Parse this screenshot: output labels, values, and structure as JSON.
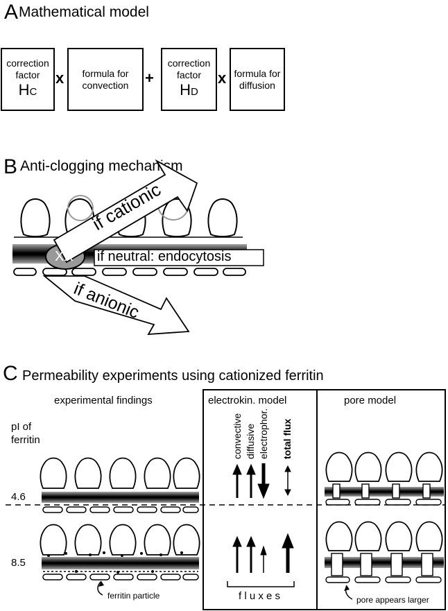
{
  "panelA": {
    "letter": "A",
    "title": "Mathematical model",
    "box1_line1": "correction",
    "box1_line2": "factor",
    "box1_symbol": "H",
    "box1_sub": "C",
    "box2_line1": "formula for",
    "box2_line2": "convection",
    "box3_line1": "correction",
    "box3_line2": "factor",
    "box3_symbol": "H",
    "box3_sub": "D",
    "box4_line1": "formula for",
    "box4_line2": "diffusion",
    "op_times": "x",
    "op_plus": "+"
  },
  "panelB": {
    "letter": "B",
    "title": "Anti-clogging mechanism",
    "cationic": "if cationic",
    "neutral": "if neutral: endocytosis",
    "anionic": "if anionic",
    "clog": "XX"
  },
  "panelC": {
    "letter": "C",
    "title": "Permeability experiments using cationized ferritin",
    "col1_head": "experimental findings",
    "col2_head": "electrokin. model",
    "col3_head": "pore model",
    "pi_line1": "pI of",
    "pi_line2": "ferritin",
    "row1_value": "4.6",
    "row2_value": "8.5",
    "flux_convective": "convective",
    "flux_diffusive": "diffusive",
    "flux_electrophor": "electrophor.",
    "flux_total": "total flux",
    "fluxes_label": "f l u x e s",
    "ferritin_label": "ferritin particle",
    "pore_label": "pore appears larger"
  },
  "colors": {
    "ink": "#000000",
    "gray_outline": "#999999",
    "background": "#ffffff"
  }
}
